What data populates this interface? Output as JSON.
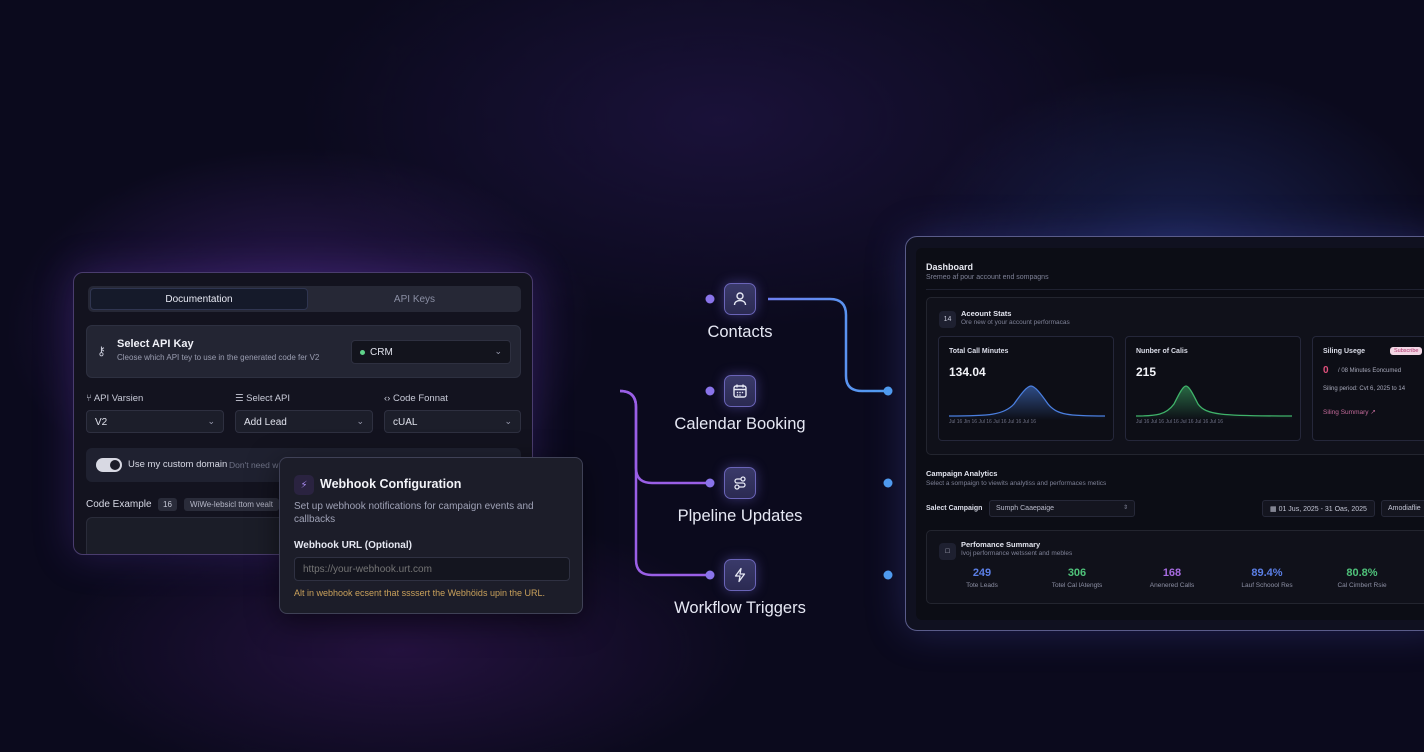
{
  "left_panel": {
    "tabs": [
      "Documentation",
      "API Keys"
    ],
    "api_key": {
      "title": "Select API Kay",
      "subtitle": "Cleose which API tey to use in the generated code fer V2",
      "selected": "CRM"
    },
    "fields": {
      "api_version": {
        "label": "API Varsien",
        "value": "V2"
      },
      "select_api": {
        "label": "Select API",
        "value": "Add Lead"
      },
      "code_format": {
        "label": "Code Fonnat",
        "value": "cUAL"
      }
    },
    "custom_domain": {
      "label": "Use my custom domain",
      "hint": "Don't need w"
    },
    "code_example": {
      "label": "Code Example",
      "badge": "16",
      "tag": "WiWe-lebsicl ttom vealt"
    }
  },
  "webhook": {
    "title": "Webhook Configuration",
    "description": "Set up webhook notifications for campaign events and callbacks",
    "url_label": "Webhook URL (Optional)",
    "url_placeholder": "https://your-webhook.urt.com",
    "note": "Alt in webhook ecsent that ssssert the Webhöids upin the URL."
  },
  "integrations": [
    {
      "label": "Contacts",
      "icon": "user-icon"
    },
    {
      "label": "Calendar Booking",
      "icon": "calendar-icon"
    },
    {
      "label": "Plpeline Updates",
      "icon": "pipeline-icon"
    },
    {
      "label": "Workflow Triggers",
      "icon": "lightning-icon"
    }
  ],
  "dashboard": {
    "title": "Dashboard",
    "subtitle": "Sremeo af pour account end sompagns",
    "stats": {
      "icon_text": "14",
      "title": "Aceount Stats",
      "subtitle": "Ore new ot your account performacas",
      "cards": [
        {
          "label": "Total Call Minutes",
          "value": "134.04",
          "axis": "Jul 16   Jin 16   Jul 16   Jul 16   Jul 16   Jul 16",
          "color": "#4a7fe0"
        },
        {
          "label": "Nunber of Calis",
          "value": "215",
          "axis": "Jul 16   Jul 16   Jul 16   Jul 16   Jul 16   Jul 16",
          "color": "#3fb36a"
        },
        {
          "label": "Siling Usege",
          "value": "0",
          "badge": "Subscribe",
          "minutes": "/ 08 Minutes Eoncumed",
          "period": "Siling period: Cvt 6, 2025 to 14",
          "link": "Siling Summary ↗"
        }
      ]
    },
    "campaign": {
      "title": "Campaign Analytics",
      "subtitle": "Select a sompaign to viewits analytiss and performaces metics",
      "select_label": "Salect Campaign",
      "select_value": "Sumph Caaepaige",
      "date_range": "01 Jus, 2025 - 31 Oas, 2025",
      "analytics_label": "Amodiaflie"
    },
    "performance": {
      "icon_text": "□",
      "title": "Perfomance Summary",
      "subtitle": "Ivoj performance wetssent and mebles",
      "metrics": [
        {
          "value": "249",
          "label": "Tote Leads",
          "color": "#5b7fe6"
        },
        {
          "value": "306",
          "label": "Totel Cal lAtengts",
          "color": "#4fc27a"
        },
        {
          "value": "168",
          "label": "Anenered Calls",
          "color": "#a66be0"
        },
        {
          "value": "89.4%",
          "label": "Lauf Schoool Res",
          "color": "#5b7fe6"
        },
        {
          "value": "80.8%",
          "label": "Cal Cimbert Rsie",
          "color": "#4fc27a"
        }
      ]
    }
  }
}
